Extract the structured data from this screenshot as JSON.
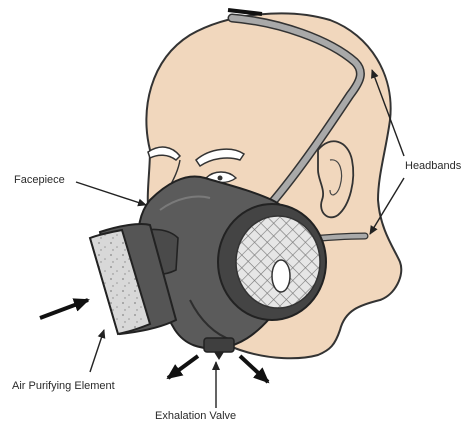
{
  "labels": {
    "headbands": "Headbands",
    "facepiece": "Facepiece",
    "air_purifying_element": "Air Purifying Element",
    "exhalation_valve": "Exhalation Valve"
  },
  "colors": {
    "skin": "#f1d7bd",
    "outline": "#333333",
    "mask": "#5b5b5b",
    "mask_dark": "#3f3f3f",
    "strap": "#a9a9a9",
    "filter_front": "#d9d9d9",
    "arrow": "#111111"
  }
}
